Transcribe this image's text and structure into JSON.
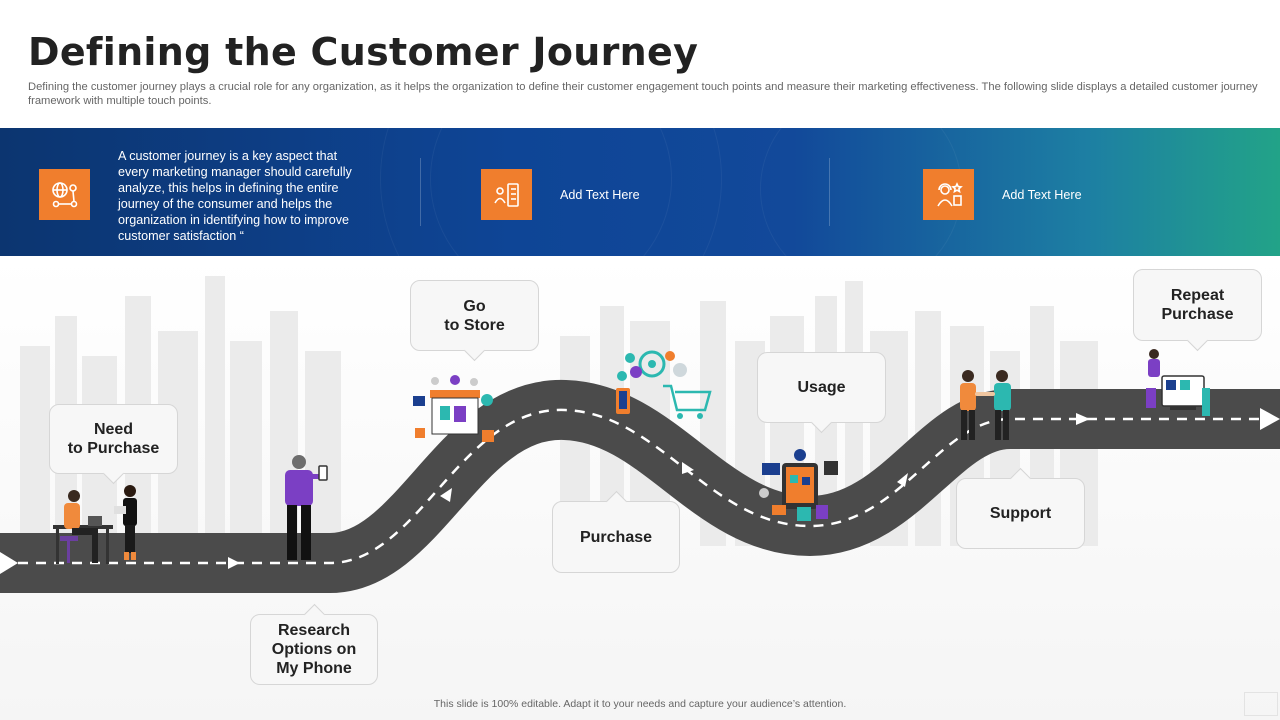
{
  "header": {
    "title": "Defining the Customer Journey",
    "subtitle": "Defining the customer journey plays a crucial role for any organization, as it helps the organization to define their customer engagement touch points and measure their marketing effectiveness. The following slide displays a detailed customer journey framework with multiple touch points."
  },
  "banner": {
    "items": [
      {
        "icon": "globe-network-icon",
        "text": "A customer journey is a key aspect that every marketing manager should carefully analyze, this helps in defining the entire journey of the consumer and helps the organization in identifying how to improve  customer satisfaction “"
      },
      {
        "icon": "person-checklist-icon",
        "text": "Add Text Here"
      },
      {
        "icon": "customer-support-icon",
        "text": "Add Text Here"
      }
    ]
  },
  "stages": [
    {
      "label": "Need\nto Purchase"
    },
    {
      "label": "Research\nOptions on\nMy Phone"
    },
    {
      "label": "Go\nto Store"
    },
    {
      "label": "Purchase"
    },
    {
      "label": "Usage"
    },
    {
      "label": "Support"
    },
    {
      "label": "Repeat\nPurchase"
    }
  ],
  "footer": {
    "text": "This slide is 100% editable.  Adapt it to your needs and capture your audience’s attention."
  },
  "colors": {
    "accent": "#f07e2d",
    "road": "#4a4a4a",
    "banner_start": "#0c3570",
    "banner_end": "#22a388"
  }
}
